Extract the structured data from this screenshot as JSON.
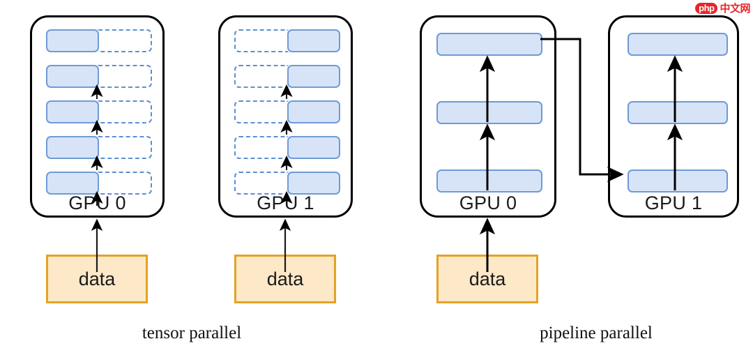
{
  "figure": {
    "watermark": {
      "badge": "php",
      "text": "中文网"
    },
    "panels": [
      {
        "id": "tensor-parallel",
        "caption": "tensor parallel",
        "gpus": [
          {
            "label": "GPU 0",
            "shard_side": "left",
            "layer_count": 5
          },
          {
            "label": "GPU 1",
            "shard_side": "right",
            "layer_count": 5
          }
        ],
        "data_blocks": [
          {
            "label": "data"
          },
          {
            "label": "data"
          }
        ]
      },
      {
        "id": "pipeline-parallel",
        "caption": "pipeline parallel",
        "gpus": [
          {
            "label": "GPU 0",
            "shard_side": "full",
            "layer_count": 3
          },
          {
            "label": "GPU 1",
            "shard_side": "full",
            "layer_count": 3
          }
        ],
        "data_blocks": [
          {
            "label": "data"
          }
        ]
      }
    ],
    "colors": {
      "layer_fill": "#d7e4f7",
      "layer_border": "#6f9ad6",
      "layer_ghost_border": "#5b8fd4",
      "data_fill": "#fde8c8",
      "data_border": "#e3a325",
      "container_border": "#000000",
      "arrow": "#000000",
      "watermark": "#e8252a"
    }
  }
}
